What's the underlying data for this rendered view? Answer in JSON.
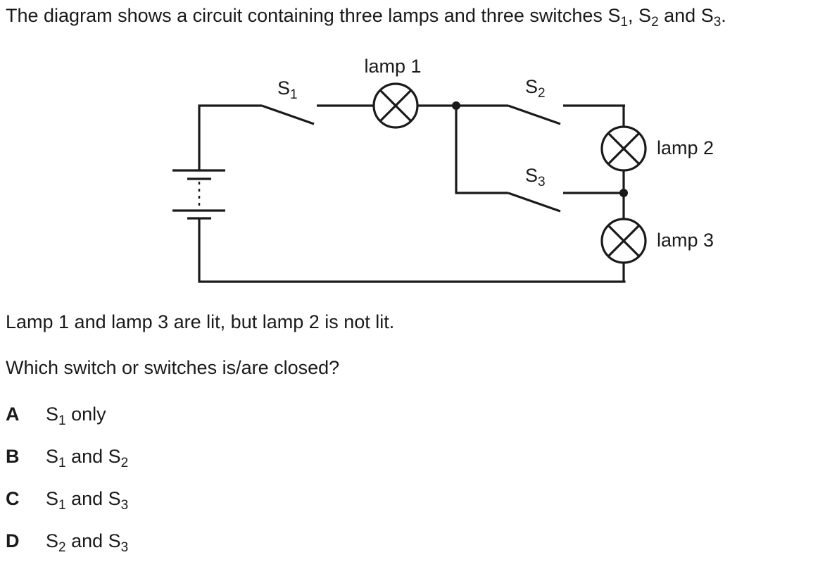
{
  "intro": {
    "text": "The diagram shows a circuit containing three lamps and three switches",
    "s1": "S",
    "s1_sub": "1",
    "sep1": ", ",
    "s2": "S",
    "s2_sub": "2",
    "and": " and ",
    "s3": "S",
    "s3_sub": "3",
    "end": "."
  },
  "diagram": {
    "lamp1_label": "lamp 1",
    "lamp2_label": "lamp 2",
    "lamp3_label": "lamp 3",
    "s1_label": "S",
    "s1_sub": "1",
    "s2_label": "S",
    "s2_sub": "2",
    "s3_label": "S",
    "s3_sub": "3"
  },
  "statement": "Lamp 1 and lamp 3 are lit, but lamp 2 is not lit.",
  "question": "Which switch or switches is/are closed?",
  "options": [
    {
      "letter": "A",
      "s_a": "S",
      "sub_a": "1",
      "rest": " only"
    },
    {
      "letter": "B",
      "s_a": "S",
      "sub_a": "1",
      "mid": " and ",
      "s_b": "S",
      "sub_b": "2"
    },
    {
      "letter": "C",
      "s_a": "S",
      "sub_a": "1",
      "mid": " and ",
      "s_b": "S",
      "sub_b": "3"
    },
    {
      "letter": "D",
      "s_a": "S",
      "sub_a": "2",
      "mid": " and ",
      "s_b": "S",
      "sub_b": "3"
    }
  ]
}
